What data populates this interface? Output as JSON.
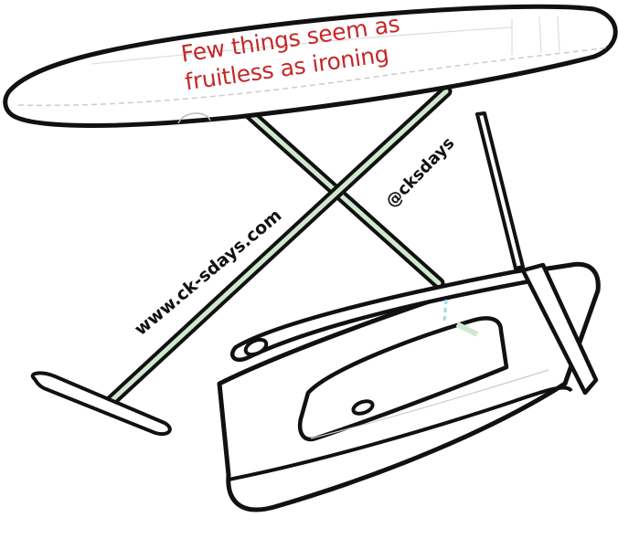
{
  "illustration": {
    "subject": "ironing board with clothes iron",
    "caption_lines": [
      "Few things seem as",
      "fruitless as ironing"
    ],
    "watermark_site": "www.ck-sdays.com",
    "watermark_handle": "@cksdays",
    "colors": {
      "caption": "#c62828",
      "outline": "#111111",
      "leg_fill": "#cfe8cf",
      "background": "#ffffff"
    },
    "icons": [
      "ironing-board-icon",
      "clothes-iron-icon"
    ]
  }
}
